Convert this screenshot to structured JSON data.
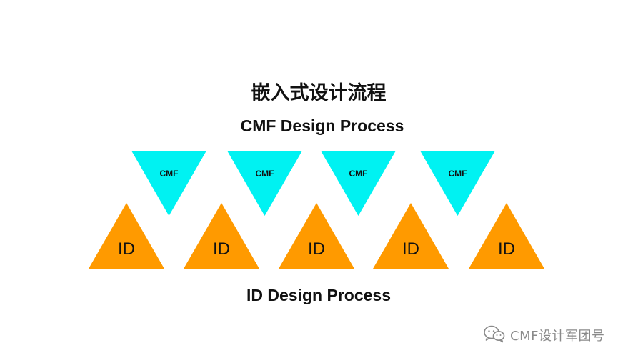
{
  "title_cn": "嵌入式设计流程",
  "title_en": "CMF Design Process",
  "cmf_triangles": [
    {
      "label": "CMF"
    },
    {
      "label": "CMF"
    },
    {
      "label": "CMF"
    },
    {
      "label": "CMF"
    }
  ],
  "id_triangles": [
    {
      "label": "ID"
    },
    {
      "label": "ID"
    },
    {
      "label": "ID"
    },
    {
      "label": "ID"
    },
    {
      "label": "ID"
    }
  ],
  "bottom_label": "ID Design Process",
  "watermark": {
    "icon": "wechat-icon",
    "text": "CMF设计军团号"
  },
  "colors": {
    "cmf": "#00f2f2",
    "id": "#ff9a00",
    "text": "#111111",
    "watermark": "#8a8a8a"
  }
}
